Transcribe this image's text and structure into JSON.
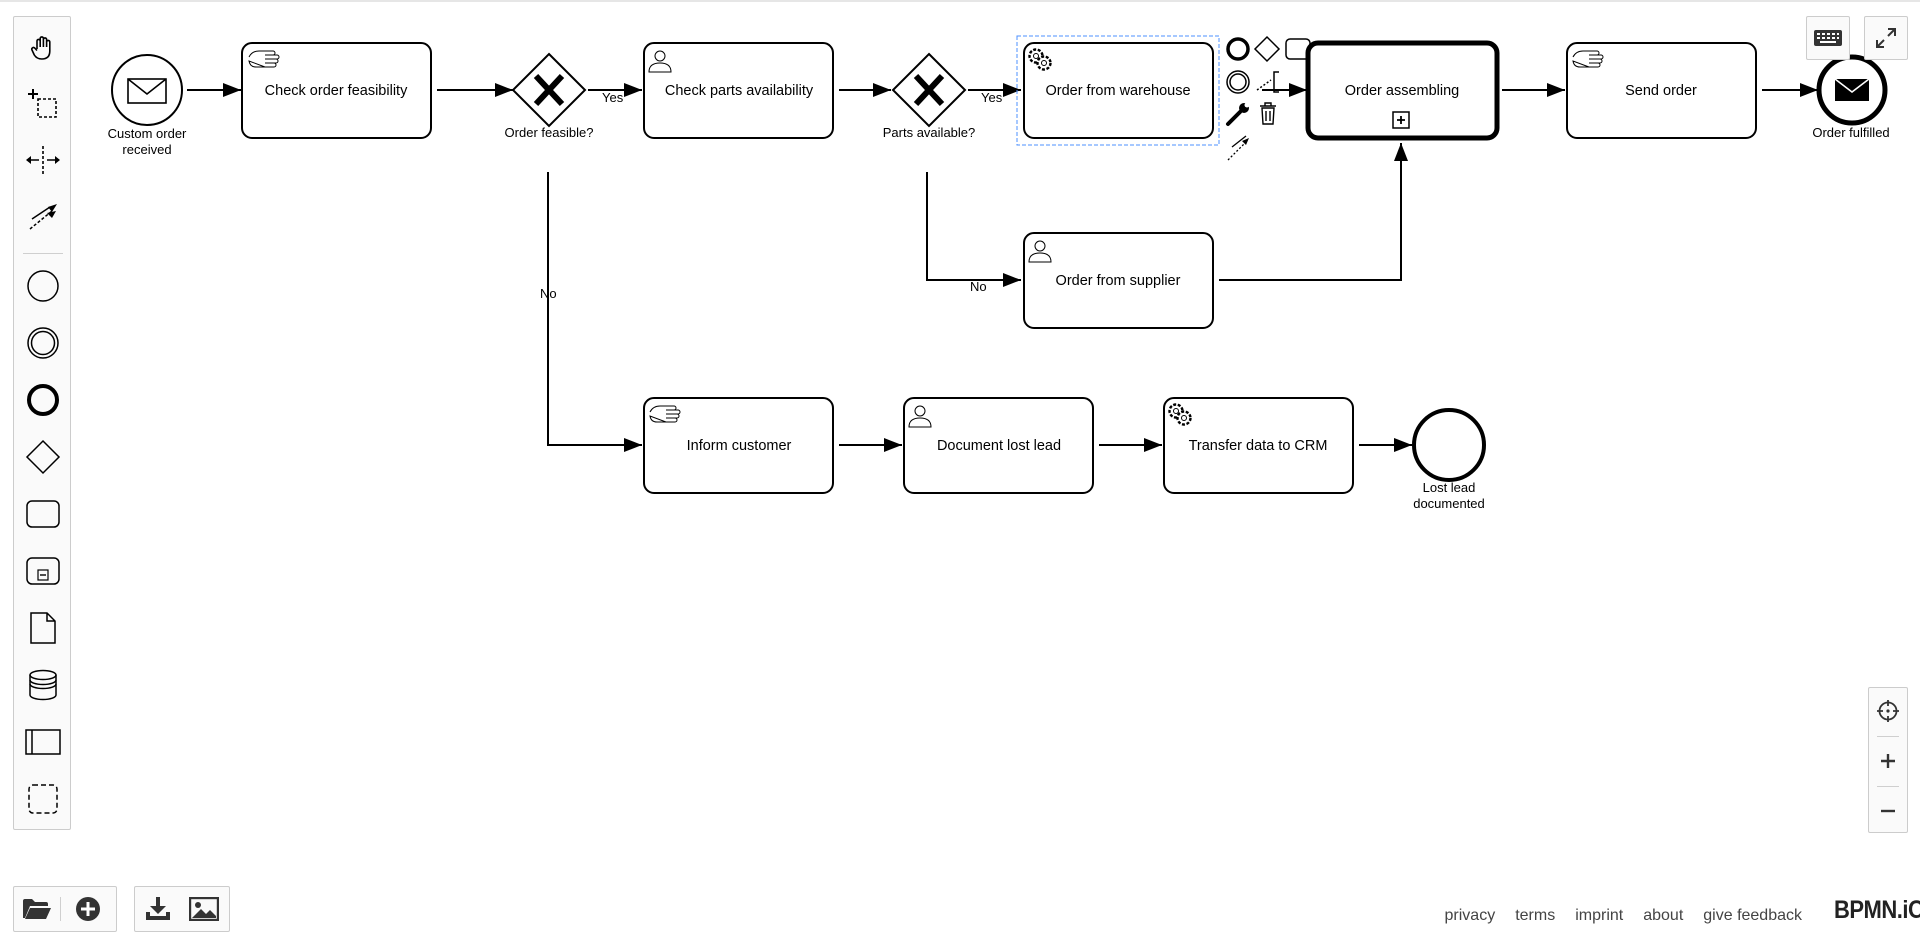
{
  "palette": {
    "tools": [
      {
        "name": "hand-tool",
        "icon": "hand-icon"
      },
      {
        "name": "lasso-tool",
        "icon": "lasso-icon"
      },
      {
        "name": "space-tool",
        "icon": "space-icon"
      },
      {
        "name": "global-connect-tool",
        "icon": "connect-icon"
      },
      {
        "name": "create-start-event",
        "icon": "start-event-icon"
      },
      {
        "name": "create-intermediate-event",
        "icon": "intermediate-event-icon"
      },
      {
        "name": "create-end-event",
        "icon": "end-event-icon"
      },
      {
        "name": "create-gateway",
        "icon": "gateway-icon"
      },
      {
        "name": "create-task",
        "icon": "task-icon"
      },
      {
        "name": "create-subprocess",
        "icon": "subprocess-icon"
      },
      {
        "name": "create-data-object",
        "icon": "data-object-icon"
      },
      {
        "name": "create-data-store",
        "icon": "data-store-icon"
      },
      {
        "name": "create-participant",
        "icon": "participant-icon"
      },
      {
        "name": "create-group",
        "icon": "group-icon"
      }
    ]
  },
  "diagram": {
    "events": {
      "start_label_1": "Custom order",
      "start_label_2": "received",
      "end_fulfilled": "Order fulfilled",
      "end_lost_1": "Lost lead",
      "end_lost_2": "documented"
    },
    "tasks": {
      "check_feasibility": "Check order feasibility",
      "check_parts": "Check parts availability",
      "order_warehouse": "Order from warehouse",
      "order_assembling": "Order assembling",
      "send_order": "Send order",
      "order_supplier": "Order from supplier",
      "inform_customer": "Inform customer",
      "document_lost_lead": "Document lost lead",
      "transfer_crm": "Transfer data to CRM"
    },
    "gateways": {
      "order_feasible": "Order feasible?",
      "parts_available": "Parts available?"
    },
    "flows": {
      "yes_1": "Yes",
      "yes_2": "Yes",
      "no_1": "No",
      "no_2": "No"
    }
  },
  "context_pad": {
    "items": [
      "append-end-event",
      "append-gateway",
      "append-task",
      "append-intermediate-event",
      "append-text-annotation",
      "change-type",
      "delete",
      "connect"
    ]
  },
  "footer": {
    "links": [
      "privacy",
      "terms",
      "imprint",
      "about",
      "give feedback"
    ],
    "brand": "BPMN.iO"
  },
  "colors": {
    "stroke": "#000000",
    "selection": "#4d90ff",
    "canvas": "#ffffff"
  }
}
